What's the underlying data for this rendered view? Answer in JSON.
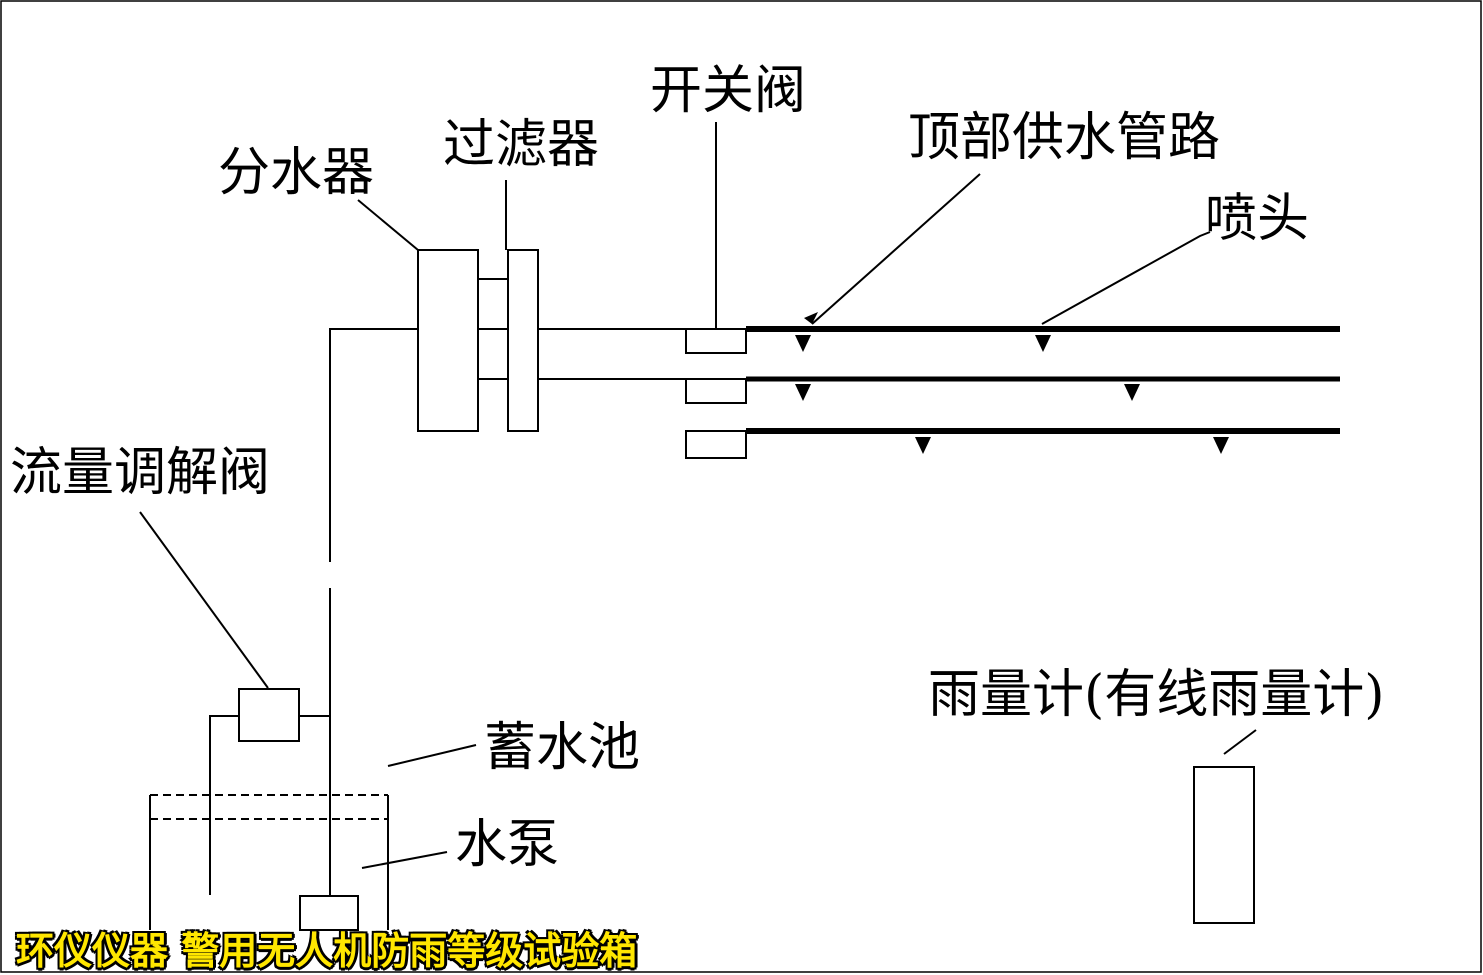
{
  "labels": {
    "distributor": "分水器",
    "filter": "过滤器",
    "switch_valve": "开关阀",
    "top_pipe": "顶部供水管路",
    "nozzle": "喷头",
    "flow_valve": "流量调解阀",
    "reservoir": "蓄水池",
    "pump": "水泵",
    "rain_gauge": "雨量计(有线雨量计)"
  },
  "watermark": "环仪仪器 警用无人机防雨等级试验箱"
}
